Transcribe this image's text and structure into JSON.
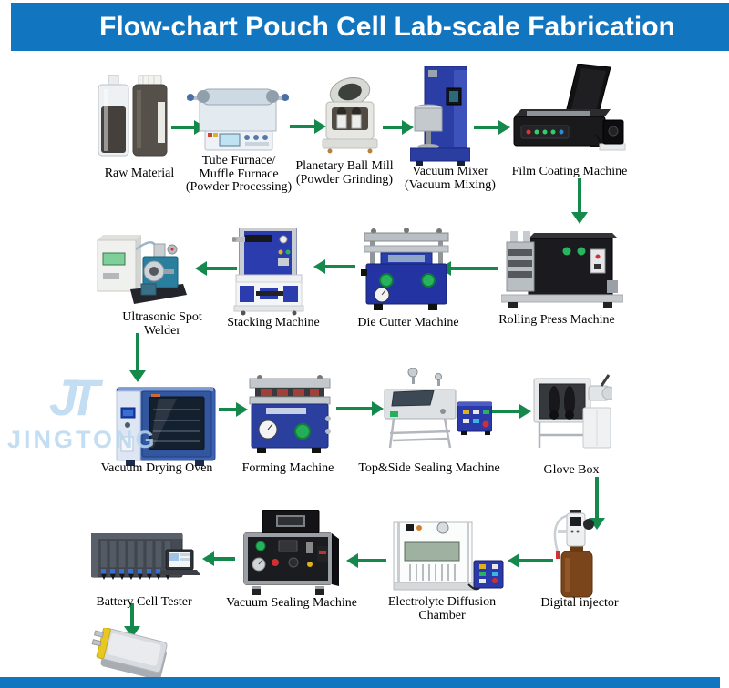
{
  "title": "Flow-chart Pouch Cell Lab-scale Fabrication",
  "watermark": {
    "logo": "JT",
    "brand": "JINGTONG"
  },
  "colors": {
    "banner_blue": "#1175c0",
    "arrow_green": "#15884b",
    "watermark_blue": "#b9d8f0",
    "machine_blue": "#2a3aa6",
    "label_text": "#000000"
  },
  "nodes": {
    "raw_material": {
      "line1": "Raw Material"
    },
    "tube_furnace": {
      "line1": "Tube Furnace/",
      "line2": "Muffle Furnace",
      "line3": "(Powder Processing)"
    },
    "ball_mill": {
      "line1": "Planetary Ball Mill",
      "line2": "(Powder Grinding)"
    },
    "vacuum_mixer": {
      "line1": "Vacuum Mixer",
      "line2": "(Vacuum Mixing)"
    },
    "film_coating": {
      "line1": "Film Coating Machine"
    },
    "rolling_press": {
      "line1": "Rolling Press Machine"
    },
    "die_cutter": {
      "line1": "Die Cutter Machine"
    },
    "stacking": {
      "line1": "Stacking Machine"
    },
    "ultrasonic_welder": {
      "line1": "Ultrasonic Spot",
      "line2": "Welder"
    },
    "drying_oven": {
      "line1": "Vacuum Drying Oven"
    },
    "forming": {
      "line1": "Forming Machine"
    },
    "top_side_sealing": {
      "line1": "Top&Side Sealing Machine"
    },
    "glove_box": {
      "line1": "Glove Box"
    },
    "digital_injector": {
      "line1": "Digital injector"
    },
    "electrolyte_chamber": {
      "line1": "Electrolyte Diffusion",
      "line2": "Chamber"
    },
    "vacuum_sealing": {
      "line1": "Vacuum Sealing Machine"
    },
    "battery_tester": {
      "line1": "Battery Cell Tester"
    }
  },
  "flow_sequence": [
    "raw_material",
    "tube_furnace",
    "ball_mill",
    "vacuum_mixer",
    "film_coating",
    "rolling_press",
    "die_cutter",
    "stacking",
    "ultrasonic_welder",
    "drying_oven",
    "forming",
    "top_side_sealing",
    "glove_box",
    "digital_injector",
    "electrolyte_chamber",
    "vacuum_sealing",
    "battery_tester",
    "pouch_cell_product"
  ]
}
